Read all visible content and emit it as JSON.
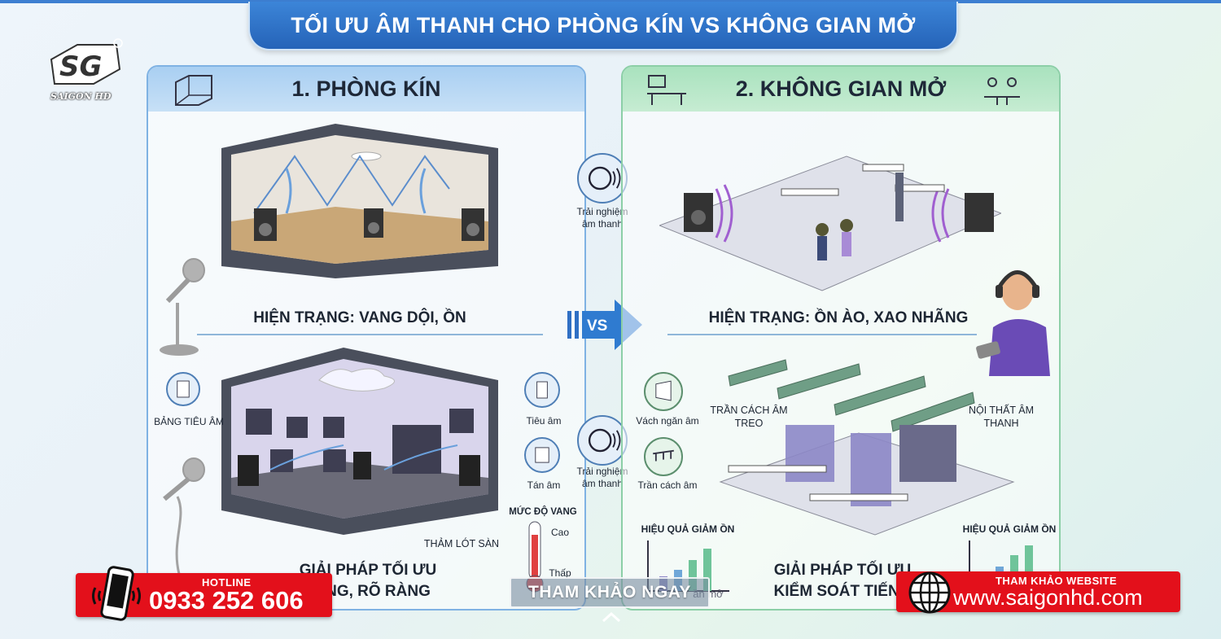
{
  "header": {
    "title": "TỐI ƯU ÂM THANH CHO PHÒNG KÍN VS KHÔNG GIAN MỞ"
  },
  "logo": {
    "text": "SAIGON HD",
    "mark": "SG"
  },
  "left_panel": {
    "title": "1. PHÒNG KÍN",
    "status_caption": "HIỆN TRẠNG: VANG DỘI, ỒN",
    "solution_caption_line1": "GIẢI PHÁP TỐI ƯU",
    "solution_caption_line2": "VANG, RÕ RÀNG",
    "labels": {
      "absorber_board": "BẢNG TIÊU ÂM",
      "absorption": "Tiêu âm",
      "diffusion": "Tán âm",
      "carpet": "THẢM LÓT SÀN",
      "reverb_level": "MỨC ĐỘ VANG",
      "high": "Cao",
      "low": "Thấp"
    }
  },
  "center": {
    "experience_top": "Trải nghiệm âm thanh",
    "experience_bottom": "Trải nghiệm âm thanh",
    "vs": "VS",
    "partial_label": "ần mở"
  },
  "right_panel": {
    "title": "2. KHÔNG GIAN MỞ",
    "status_caption": "HIỆN TRẠNG: ỒN ÀO, XAO NHÃNG",
    "solution_caption_line1": "GIẢI PHÁP TỐI ƯU",
    "solution_caption_line2": "KIỂM SOÁT TIẾNG",
    "labels": {
      "partition": "Vách ngăn âm",
      "hanging_ceiling_line1": "TRẦN CÁCH ÂM",
      "hanging_ceiling_line2": "TREO",
      "acoustic_furniture_line1": "NỘI THẤT ÂM",
      "acoustic_furniture_line2": "THANH",
      "ceiling": "Trần cách âm",
      "effect_left": "HIỆU QUẢ GIẢM ỒN",
      "effect_right": "HIỆU QUẢ GIẢM ỒN"
    }
  },
  "hotline": {
    "label": "HOTLINE",
    "number": "0933 252 606"
  },
  "cta": {
    "label": "THAM KHẢO NGAY"
  },
  "website": {
    "label": "THAM KHẢO WEBSITE",
    "url": "www.saigonhd.com"
  },
  "colors": {
    "accent_blue": "#2f6fc4",
    "hotline_red": "#e3101b",
    "left_border": "#7fb2e3",
    "right_border": "#8ccfa7"
  }
}
